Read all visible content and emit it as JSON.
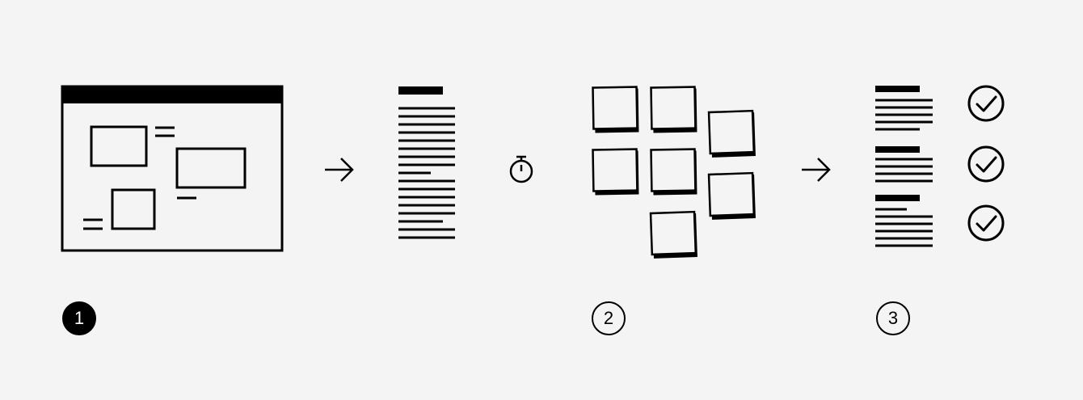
{
  "steps": [
    {
      "number": "1"
    },
    {
      "number": "2"
    },
    {
      "number": "3"
    }
  ],
  "icons": {
    "whiteboard": "whiteboard-with-notes-icon",
    "document": "text-document-icon",
    "arrow": "arrow-right-icon",
    "timer": "stopwatch-icon",
    "stickies": "sticky-notes-icon",
    "lists": "text-list-icon",
    "check": "check-circle-icon"
  },
  "colors": {
    "background": "#f4f4f4",
    "ink": "#000000"
  }
}
